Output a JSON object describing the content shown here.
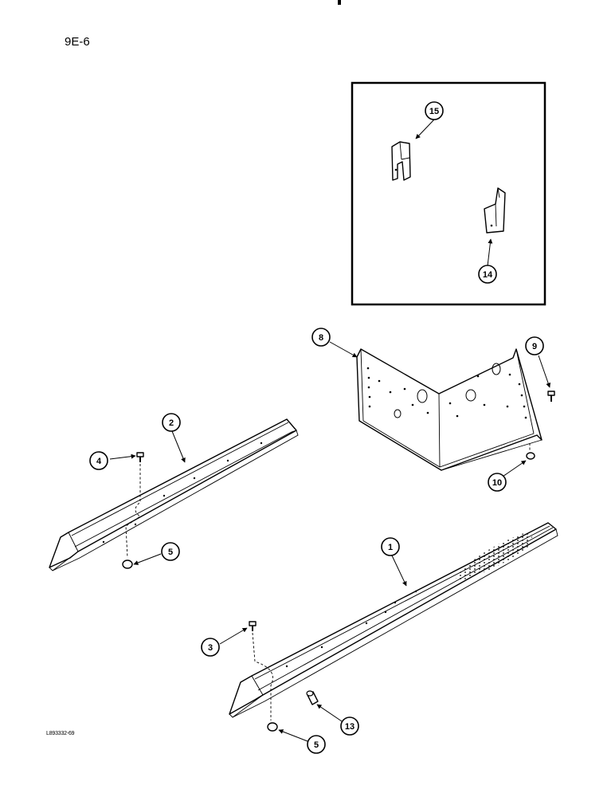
{
  "page_code": "9E-6",
  "drawing_code": "L893332-69",
  "callouts": [
    {
      "id": "c15",
      "label": "15"
    },
    {
      "id": "c14",
      "label": "14"
    },
    {
      "id": "c8",
      "label": "8"
    },
    {
      "id": "c9",
      "label": "9"
    },
    {
      "id": "c10",
      "label": "10"
    },
    {
      "id": "c2",
      "label": "2"
    },
    {
      "id": "c4",
      "label": "4"
    },
    {
      "id": "c5a",
      "label": "5"
    },
    {
      "id": "c1",
      "label": "1"
    },
    {
      "id": "c3",
      "label": "3"
    },
    {
      "id": "c13",
      "label": "13"
    },
    {
      "id": "c5b",
      "label": "5"
    }
  ]
}
